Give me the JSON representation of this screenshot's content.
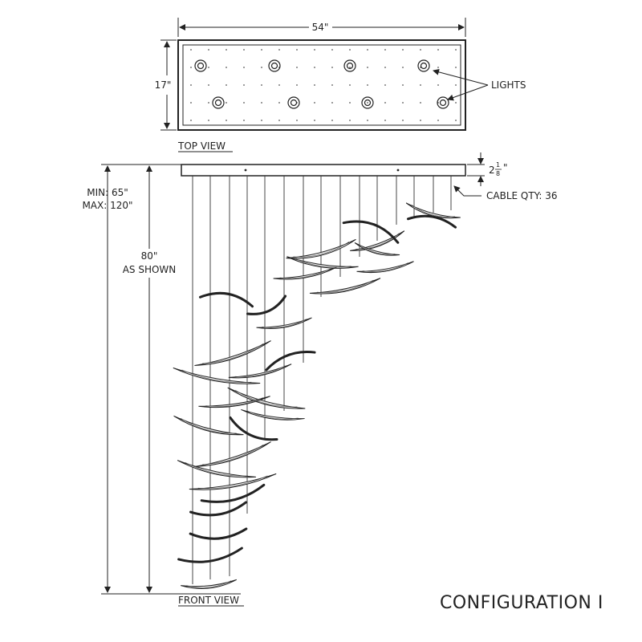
{
  "dimensions": {
    "width": "54\"",
    "depth": "17\"",
    "canopy_height": "2",
    "canopy_height_num": "1",
    "canopy_height_den": "8",
    "min": "MIN: 65\"",
    "max": "MAX: 120\"",
    "overall": "80\"",
    "overall_note": "AS SHOWN"
  },
  "callouts": {
    "lights": "LIGHTS",
    "cable_qty": "CABLE QTY: 36"
  },
  "views": {
    "top": "TOP VIEW",
    "front": "FRONT VIEW"
  },
  "title": "CONFIGURATION I"
}
